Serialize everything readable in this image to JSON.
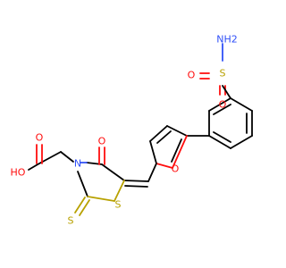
{
  "colors": {
    "background": "#ffffff",
    "carbon_bond": "#000000",
    "oxygen": "#ff0d0d",
    "sulfur": "#b8a100",
    "nitrogen": "#3050f8"
  },
  "atom_labels": {
    "amine": "NH2",
    "sulfonyl_s": "S",
    "sulfonyl_o_left": "O",
    "sulfonyl_o_bottom": "O",
    "furan_o": "O",
    "carbonyl_o": "O",
    "ring_n": "N",
    "ring_s": "S",
    "thione_s": "S",
    "acid_o_top": "O",
    "acid_oh": "HO"
  }
}
